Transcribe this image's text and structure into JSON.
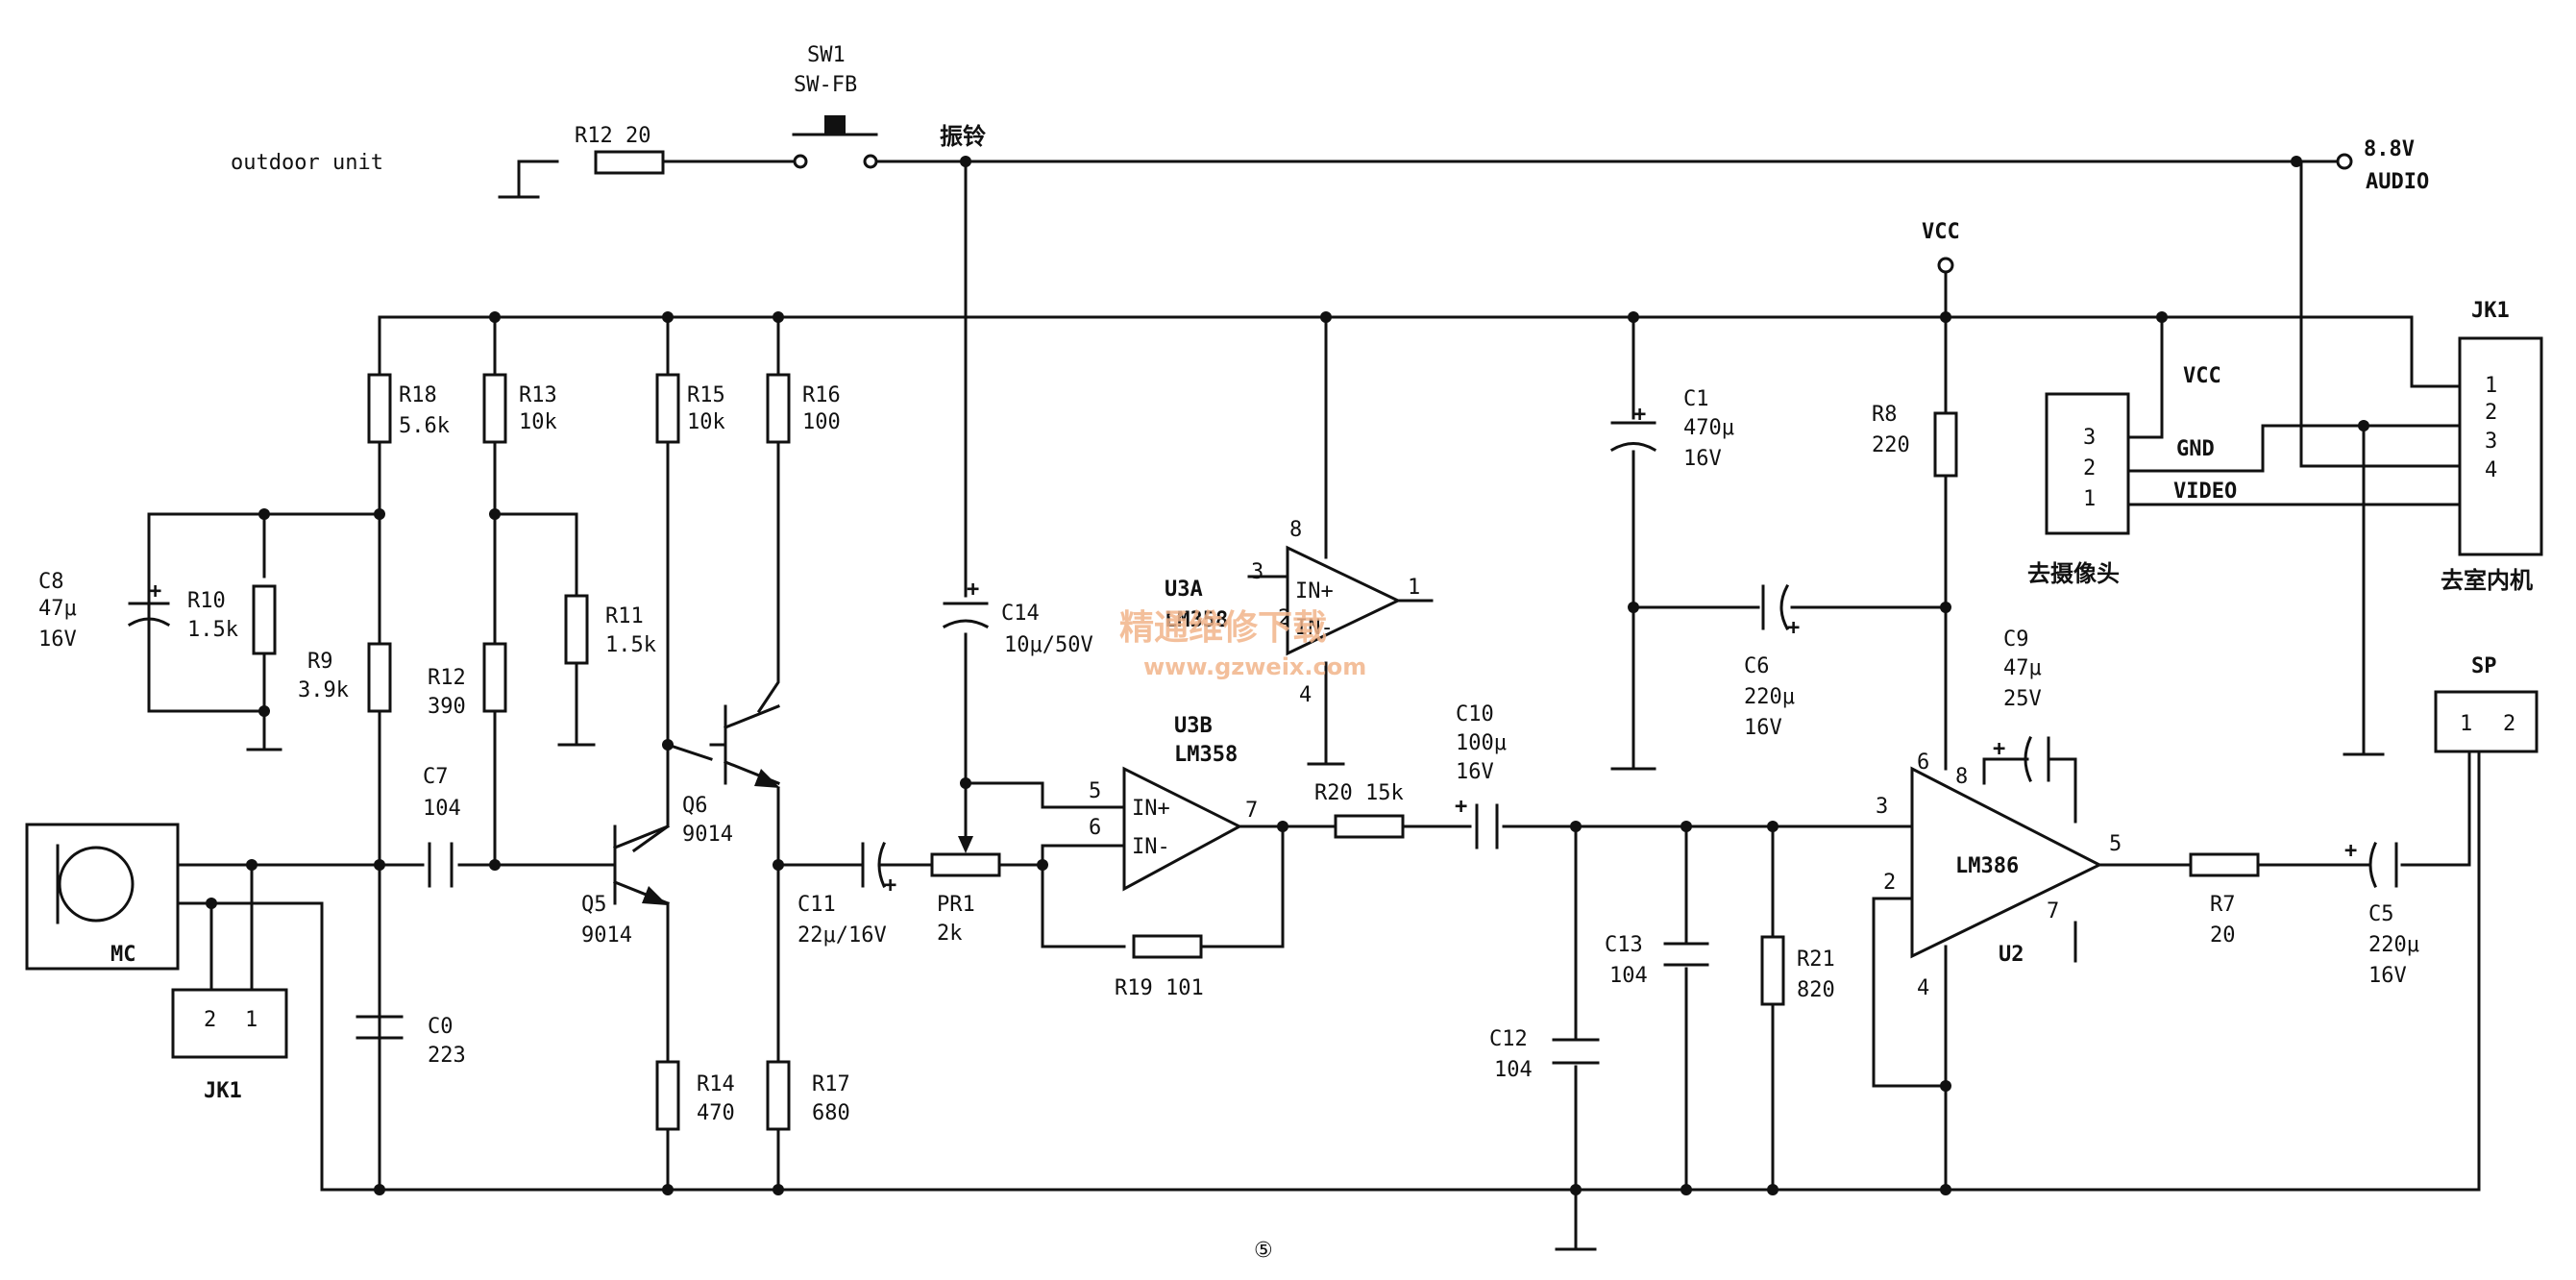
{
  "header": {
    "outdoor_unit": "outdoor unit",
    "sw1": "SW1",
    "sw1_type": "SW-FB",
    "bell": "振铃",
    "r12_top": "R12 20",
    "supply": "8.8V",
    "audio": "AUDIO",
    "vcc": "VCC"
  },
  "resistors": {
    "r18": "R18",
    "r18_v": "5.6k",
    "r13": "R13",
    "r13_v": "10k",
    "r15": "R15",
    "r15_v": "10k",
    "r16": "R16",
    "r16_v": "100",
    "r10": "R10",
    "r10_v": "1.5k",
    "r9": "R9",
    "r9_v": "3.9k",
    "r12": "R12",
    "r12_v": "390",
    "r11": "R11",
    "r11_v": "1.5k",
    "r14": "R14",
    "r14_v": "470",
    "r17": "R17",
    "r17_v": "680",
    "r19": "R19 101",
    "r20": "R20 15k",
    "r8": "R8",
    "r8_v": "220",
    "r21": "R21",
    "r21_v": "820",
    "r7": "R7",
    "r7_v": "20",
    "pr1": "PR1",
    "pr1_v": "2k"
  },
  "capacitors": {
    "c8": "C8",
    "c8_v": "47μ",
    "c8_volt": "16V",
    "c7": "C7",
    "c7_v": "104",
    "c0": "C0",
    "c0_v": "223",
    "c14": "C14",
    "c14_v": "10μ/50V",
    "c11": "C11",
    "c11_v": "22μ/16V",
    "c10": "C10",
    "c10_v": "100μ",
    "c10_volt": "16V",
    "c1": "C1",
    "c1_v": "470μ",
    "c1_volt": "16V",
    "c6": "C6",
    "c6_v": "220μ",
    "c6_volt": "16V",
    "c9": "C9",
    "c9_v": "47μ",
    "c9_volt": "25V",
    "c13": "C13",
    "c13_v": "104",
    "c12": "C12",
    "c12_v": "104",
    "c5": "C5",
    "c5_v": "220μ",
    "c5_volt": "16V"
  },
  "transistors": {
    "q5": "Q5",
    "q5_v": "9014",
    "q6": "Q6",
    "q6_v": "9014"
  },
  "ics": {
    "u3a": "U3A",
    "u3a_part": "LM358",
    "u3b": "U3B",
    "u3b_part": "LM358",
    "u2": "U2",
    "u2_part": "LM386",
    "in_plus": "IN+",
    "in_minus": "IN-",
    "pin1": "1",
    "pin2": "2",
    "pin3": "3",
    "pin4": "4",
    "pin5": "5",
    "pin6": "6",
    "pin7": "7",
    "pin8": "8"
  },
  "connectors": {
    "mc": "MC",
    "jk1_left": "JK1",
    "jk1_left_pins": [
      "2",
      "1"
    ],
    "camera_pins": [
      "3",
      "2",
      "1"
    ],
    "camera_label": "去摄像头",
    "cam_vcc": "VCC",
    "cam_gnd": "GND",
    "cam_video": "VIDEO",
    "jk1_right": "JK1",
    "jk1_right_pins": [
      "1",
      "2",
      "3",
      "4"
    ],
    "indoor_label": "去室内机",
    "sp": "SP",
    "sp_pins": [
      "1",
      "2"
    ]
  },
  "footer": {
    "figure_number": "⑤"
  },
  "watermark": {
    "cn": "精通维修下载",
    "url": "www.gzweix.com"
  }
}
